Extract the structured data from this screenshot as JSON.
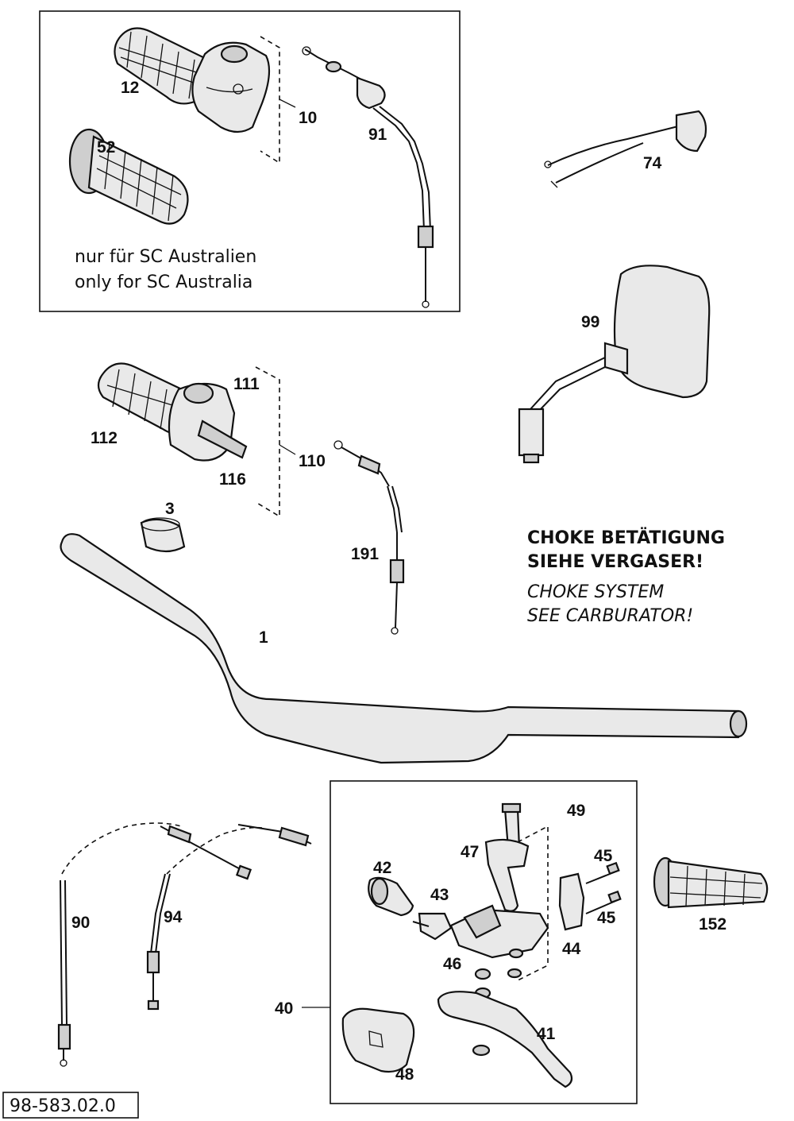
{
  "drawing_code": "98-583.02.0",
  "inset_note": {
    "line1": "nur für SC Australien",
    "line2": "only for SC Australia"
  },
  "choke_note": {
    "de_line1": "CHOKE BETÄTIGUNG",
    "de_line2": "SIEHE VERGASER!",
    "en_line1": "CHOKE SYSTEM",
    "en_line2": "SEE CARBURATOR!"
  },
  "part_numbers": {
    "p1": "1",
    "p3": "3",
    "p10": "10",
    "p12": "12",
    "p40": "40",
    "p41": "41",
    "p42": "42",
    "p43": "43",
    "p44": "44",
    "p45a": "45",
    "p45b": "45",
    "p46": "46",
    "p47": "47",
    "p48": "48",
    "p49": "49",
    "p52": "52",
    "p74": "74",
    "p90": "90",
    "p91": "91",
    "p94": "94",
    "p99": "99",
    "p110": "110",
    "p111": "111",
    "p112": "112",
    "p116": "116",
    "p152": "152",
    "p191": "191"
  }
}
